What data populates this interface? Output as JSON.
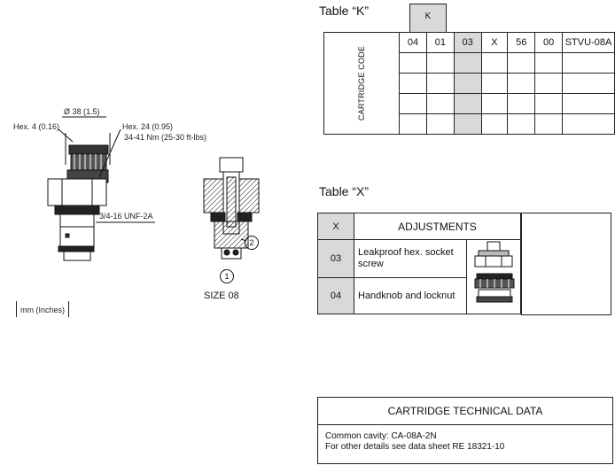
{
  "drawing": {
    "dims": {
      "diameter": "Ø 38 (1.5)",
      "hex_small": "Hex. 4 (0.16)",
      "hex_large": "Hex. 24 (0.95)",
      "torque": "34-41 Nm (25-30 ft-lbs)",
      "thread": "3/4-16 UNF-2A"
    },
    "unit_note": "mm (Inches)",
    "section_labels": [
      "1",
      "2"
    ],
    "size_label": "SIZE 08"
  },
  "table_k": {
    "title": "Table “K”",
    "header_k": "K",
    "row_label": "CARTRIDGE CODE",
    "codes": [
      "04",
      "01",
      "03",
      "X",
      "56",
      "00",
      "STVU-08A"
    ]
  },
  "table_x": {
    "title": "Table “X”",
    "col_x": "X",
    "col_adjust": "ADJUSTMENTS",
    "rows": [
      {
        "code": "03",
        "desc": "Leakproof hex. socket screw",
        "icon": "hex-socket-screw-icon"
      },
      {
        "code": "04",
        "desc": "Handknob and locknut",
        "icon": "handknob-locknut-icon"
      }
    ]
  },
  "tech": {
    "title": "CARTRIDGE TECHNICAL DATA",
    "line1": "Common cavity: CA-08A-2N",
    "line2": "For other details see data sheet RE 18321-10"
  }
}
